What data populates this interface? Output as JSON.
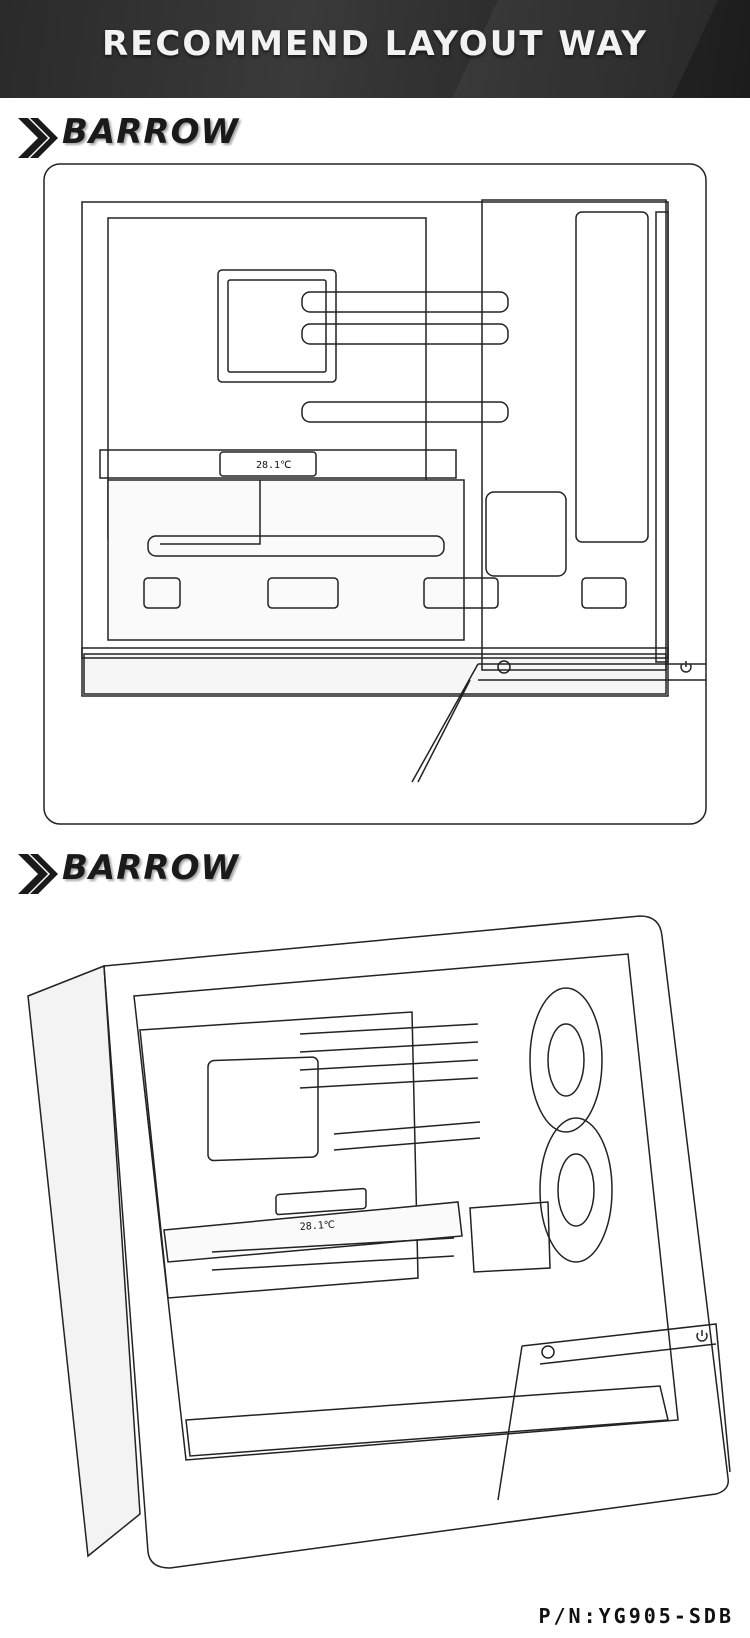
{
  "banner": {
    "title": "RECOMMEND LAYOUT WAY"
  },
  "brand": {
    "name": "BARROW"
  },
  "readout": {
    "temp": "28.1℃"
  },
  "part_number": "P/N:YG905-SDB",
  "icons": {
    "power": "power-icon",
    "logo": "barrow-chevron-icon"
  }
}
